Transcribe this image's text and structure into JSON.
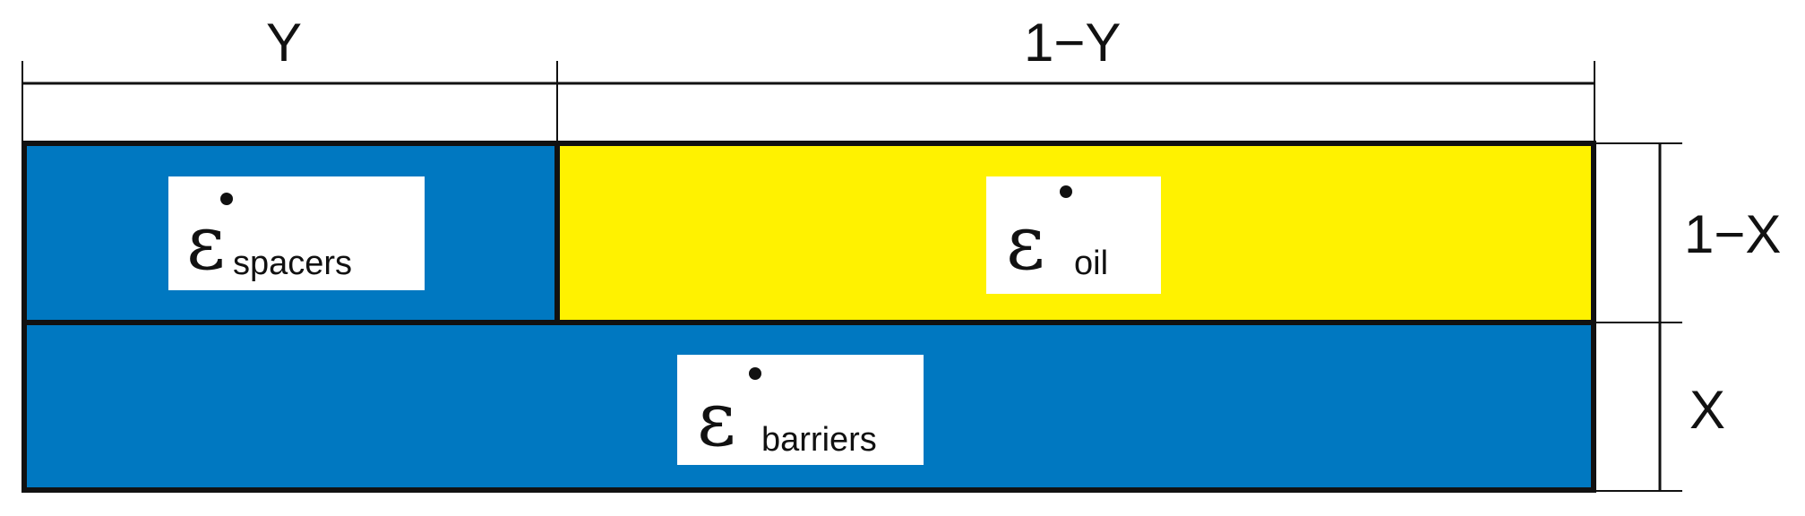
{
  "dimensions": {
    "top_left": "Y",
    "top_right": "1−Y",
    "right_upper": "1−X",
    "right_lower": "X"
  },
  "regions": {
    "spacers": {
      "symbol": "ε",
      "subscript": "spacers",
      "fill": "#0078C1"
    },
    "oil": {
      "symbol": "ε",
      "subscript": "oil",
      "fill": "#FFF200"
    },
    "barriers": {
      "symbol": "ε",
      "subscript": "barriers",
      "fill": "#0078C1"
    }
  },
  "colors": {
    "outline": "#111111",
    "label_box": "#FFFFFF"
  }
}
